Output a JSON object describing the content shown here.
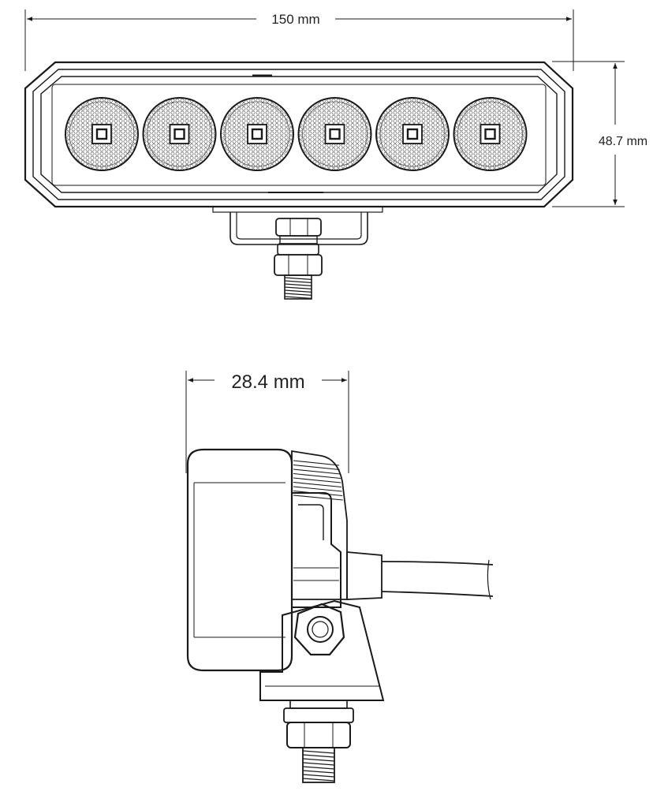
{
  "front_view": {
    "width_label": "150 mm",
    "height_label": "48.7 mm",
    "led_count": 6
  },
  "side_view": {
    "depth_label": "28.4 mm"
  },
  "colors": {
    "line": "#1a1a1a",
    "background": "#ffffff"
  }
}
